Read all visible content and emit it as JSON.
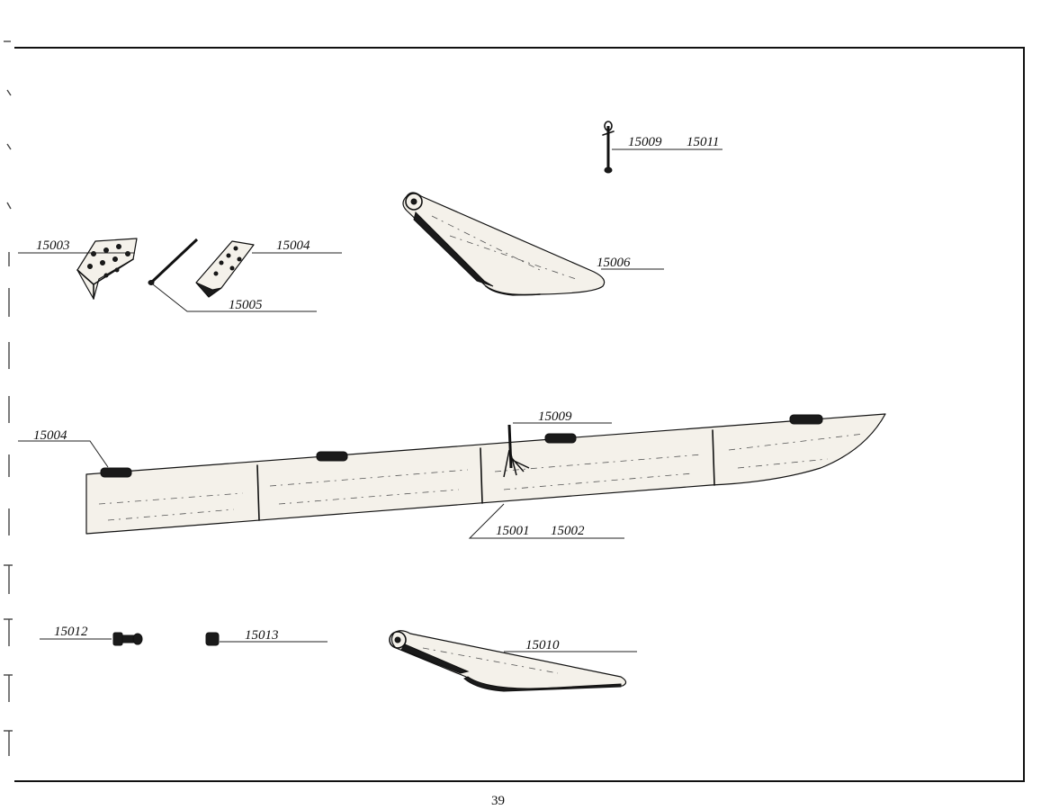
{
  "diagram": {
    "page_number": "39",
    "labels": {
      "p15001": "15001",
      "p15002": "15002",
      "p15003": "15003",
      "p15004_top": "15004",
      "p15004_left": "15004",
      "p15005": "15005",
      "p15006": "15006",
      "p15009_top": "15009",
      "p15009_mid": "15009",
      "p15010": "15010",
      "p15011": "15011",
      "p15012": "15012",
      "p15013": "15013"
    }
  }
}
